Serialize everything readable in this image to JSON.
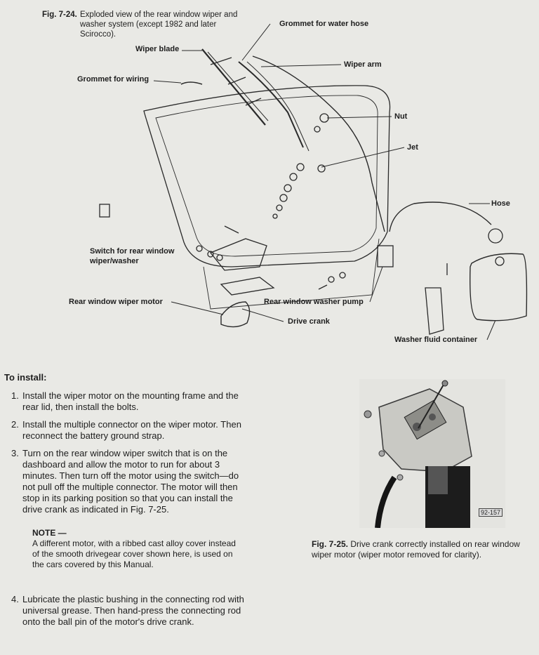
{
  "fig24": {
    "number": "Fig. 7-24.",
    "caption": "Exploded view of the rear window wiper and washer system (except 1982 and later Scirocco).",
    "labels": {
      "grommet_water_hose": "Grommet for water hose",
      "wiper_blade": "Wiper blade",
      "wiper_arm": "Wiper arm",
      "grommet_wiring": "Grommet for wiring",
      "nut": "Nut",
      "jet": "Jet",
      "hose": "Hose",
      "switch": "Switch for rear window wiper/washer",
      "motor": "Rear window wiper motor",
      "pump": "Rear window washer pump",
      "drive_crank": "Drive crank",
      "container": "Washer fluid container"
    }
  },
  "install": {
    "heading": "To install:",
    "steps": [
      {
        "num": "1.",
        "text": "Install the wiper motor on the mounting frame and the rear lid, then install the bolts."
      },
      {
        "num": "2.",
        "text": "Install the multiple connector on the wiper motor. Then reconnect the battery ground strap."
      },
      {
        "num": "3.",
        "text": "Turn on the rear window wiper switch that is on the dashboard and allow the motor to run for about 3 minutes. Then turn off the motor using the switch—do not pull off the multiple connector. The motor will then stop in its parking position so that you can install the drive crank as indicated in Fig. 7-25."
      },
      {
        "num": "4.",
        "text": "Lubricate the plastic bushing in the connecting rod with universal grease. Then hand-press the connecting rod onto the ball pin of the motor's drive crank."
      }
    ],
    "note_title": "NOTE —",
    "note_text": "A different motor, with a ribbed cast alloy cover instead of the smooth drivegear cover shown here, is used on the cars covered by this Manual."
  },
  "fig25": {
    "number": "Fig. 7-25.",
    "caption": "Drive crank correctly installed on rear window wiper motor (wiper motor removed for clarity).",
    "photo_code": "92-157"
  }
}
